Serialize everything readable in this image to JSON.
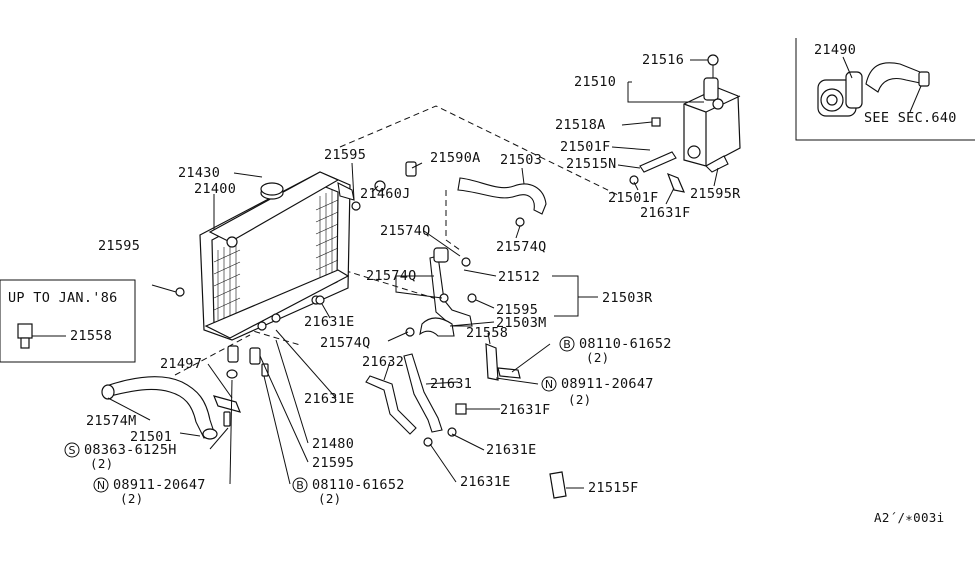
{
  "labels": {
    "p21490": "21490",
    "see_sec": "SEE SEC.640",
    "p21516": "21516",
    "p21510": "21510",
    "p21518a": "21518A",
    "p21501f_a": "21501F",
    "p21515n": "21515N",
    "p21501f_b": "21501F",
    "p21631f_a": "21631F",
    "p21595r": "21595R",
    "p21595_a": "21595",
    "p21590a": "21590A",
    "p21503": "21503",
    "p21430": "21430",
    "p21400": "21400",
    "p21460j": "21460J",
    "p21574q_a": "21574Q",
    "p21574q_b": "21574Q",
    "p21574q_c": "21574Q",
    "p21512": "21512",
    "p21503r": "21503R",
    "p21595_b": "21595",
    "p21595_c": "21595",
    "p21503m": "21503M",
    "p21631e_a": "21631E",
    "p21574q_d": "21574Q",
    "p21558_a": "21558",
    "p21632": "21632",
    "p21497": "21497",
    "p21631": "21631",
    "p21631e_b": "21631E",
    "p21631f_b": "21631F",
    "p21480": "21480",
    "p21595_d": "21595",
    "p21574m": "21574M",
    "p21501": "21501",
    "p21631e_c": "21631E",
    "p21631e_d": "21631E",
    "p21515f": "21515F",
    "bolt_b1": "08110-61652",
    "bolt_b1_qty": "(2)",
    "nut_n1": "08911-20647",
    "nut_n1_qty": "(2)",
    "screw_s": "08363-6125H",
    "screw_s_qty": "(2)",
    "nut_n2": "08911-20647",
    "nut_n2_qty": "(2)",
    "bolt_b2": "08110-61652",
    "bolt_b2_qty": "(2)",
    "inset_title": "UP TO JAN.'86",
    "p21558_inset": "21558",
    "ref_code": "A2´/∗003i"
  },
  "symbols": {
    "bolt": "B",
    "nut": "N",
    "screw": "S"
  }
}
